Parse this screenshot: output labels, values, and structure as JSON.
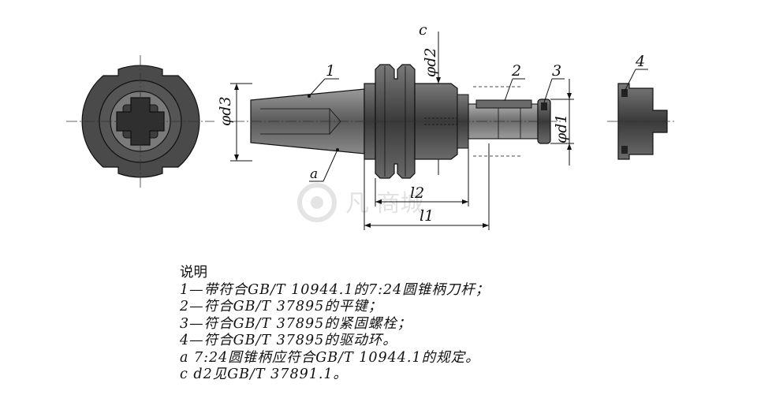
{
  "labels": {
    "d3": "φd3",
    "d2": "φd2",
    "c": "c",
    "d1": "φd1",
    "l2": "l2",
    "l1": "l1",
    "n1": "1",
    "n2": "2",
    "n3": "3",
    "n4": "4",
    "a": "a"
  },
  "watermark": "凡 商城",
  "notes": {
    "heading": "说明",
    "lines": [
      "1—带符合GB/T 10944.1的7:24圆锥柄刀杆；",
      "2—符合GB/T 37895的平键；",
      "3—符合GB/T 37895的紧固螺栓；",
      "4—符合GB/T 37895的驱动环。",
      "a 7:24圆锥柄应符合GB/T 10944.1的规定。",
      "c d2见GB/T 37891.1。"
    ]
  },
  "colors": {
    "line": "#111111",
    "metal_dark": "#4a4a4a",
    "metal_mid": "#6a6a6a",
    "metal_light": "#8e8e8e",
    "watermark": "#e2e2e2"
  }
}
